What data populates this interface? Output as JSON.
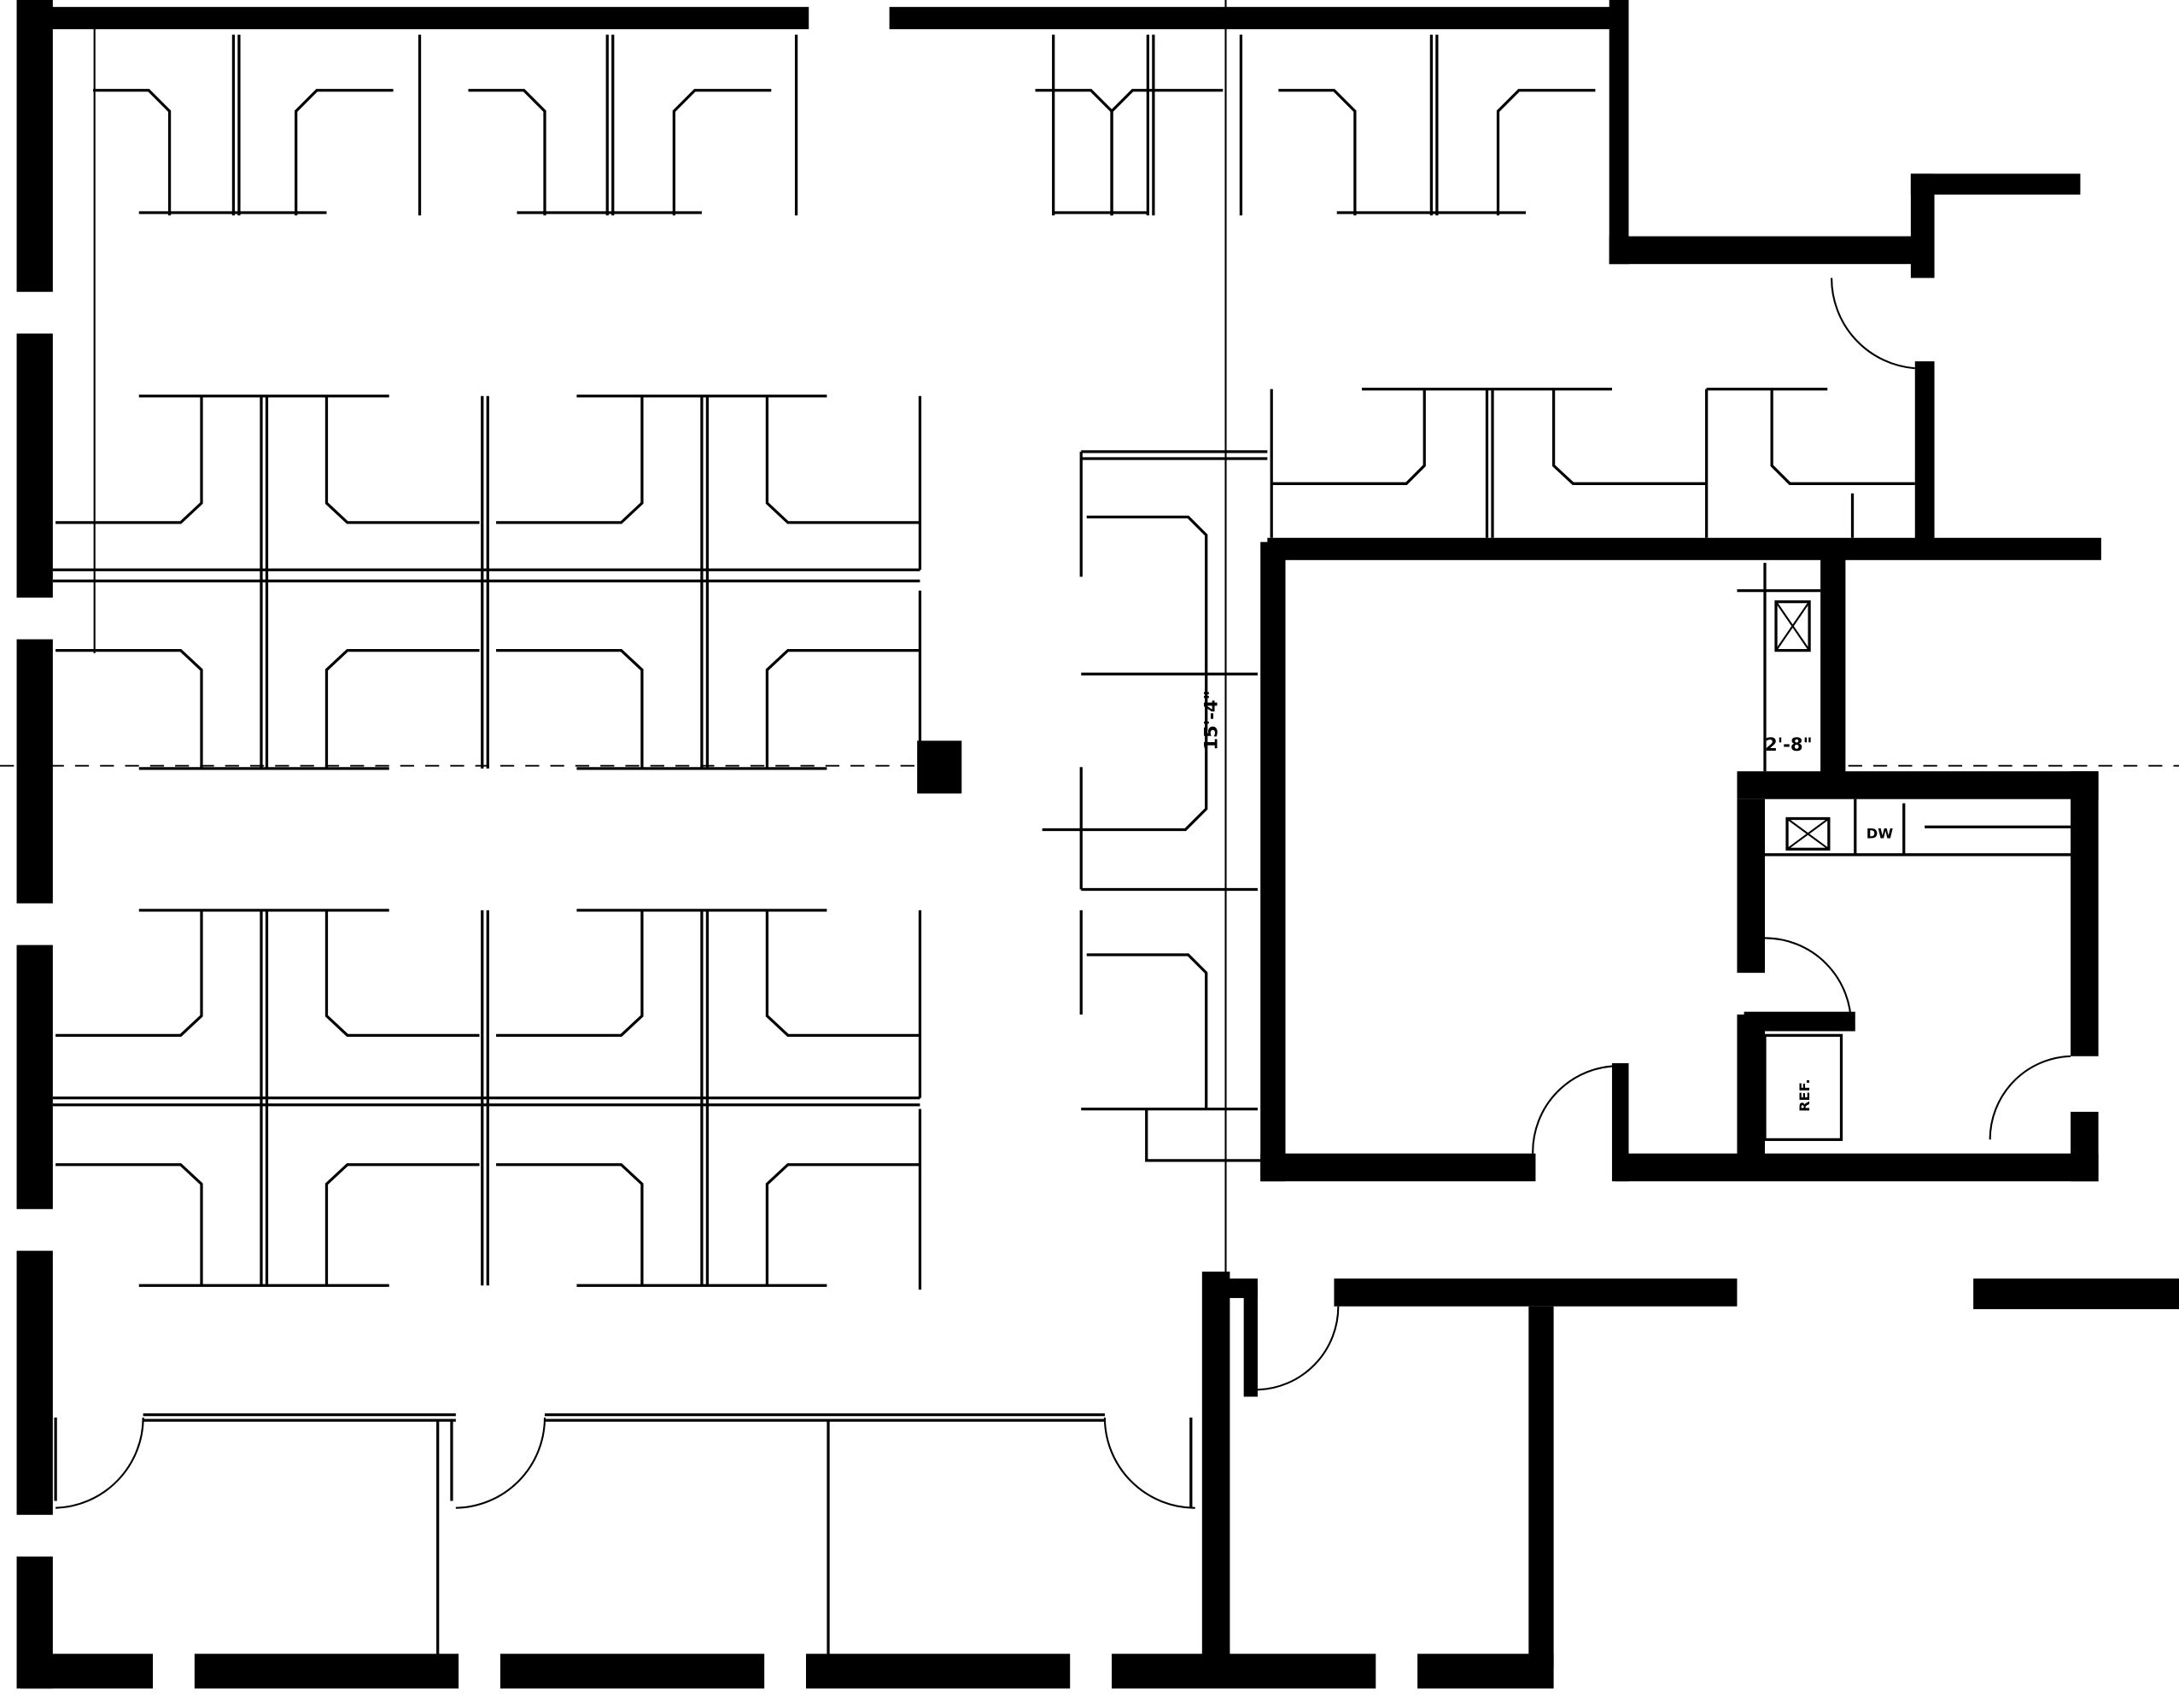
{
  "plan": {
    "type": "office floor plan",
    "labels": {
      "dimension_corridor": "15'-4\"",
      "dimension_kitchen": "2'-8\"",
      "dishwasher": "DW",
      "refrigerator": "REF."
    },
    "colors": {
      "ink": "#000000",
      "paper": "#ffffff"
    }
  }
}
